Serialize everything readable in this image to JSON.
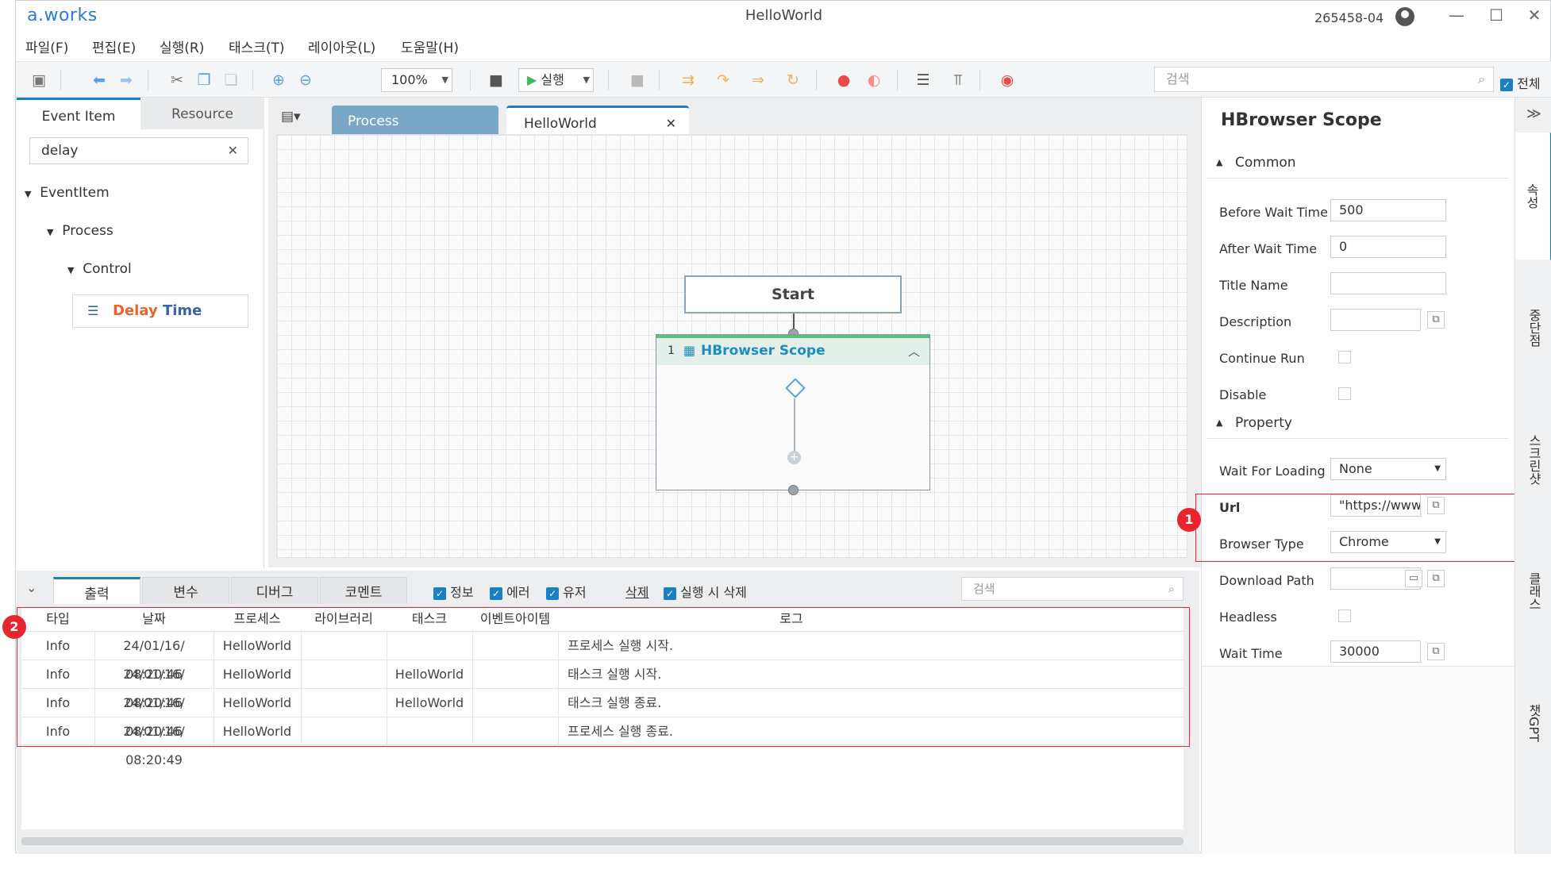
{
  "app": {
    "logo": "a.works",
    "title": "HelloWorld",
    "user_id": "265458-04",
    "win_min": "—",
    "win_max": "☐",
    "win_close": "✕"
  },
  "menu": [
    "파일(F)",
    "편집(E)",
    "실행(R)",
    "태스크(T)",
    "레이아웃(L)",
    "도움말(H)"
  ],
  "toolbar": {
    "zoom": "100%",
    "run_label": "실행",
    "search_placeholder": "검색",
    "all_label": "전체"
  },
  "left_panel": {
    "tabs": [
      "Event Item",
      "Resource"
    ],
    "search_value": "delay",
    "tree": [
      "EventItem",
      "Process",
      "Control"
    ],
    "item_prefix": "Delay",
    "item_suffix": "Time"
  },
  "doc_tabs": [
    "Process",
    "HelloWorld"
  ],
  "canvas": {
    "start_label": "Start",
    "scope_index": "1",
    "scope_label": "HBrowser Scope"
  },
  "right_panel": {
    "title": "HBrowser Scope",
    "common_section": "Common",
    "property_section": "Property",
    "props": {
      "before_wait_label": "Before Wait Time",
      "before_wait_value": "500",
      "after_wait_label": "After Wait Time",
      "after_wait_value": "0",
      "title_name_label": "Title Name",
      "description_label": "Description",
      "continue_run_label": "Continue Run",
      "disable_label": "Disable",
      "wait_loading_label": "Wait For Loading",
      "wait_loading_value": "None",
      "url_label": "Url",
      "url_value": "\"https://www.n",
      "browser_type_label": "Browser Type",
      "browser_type_value": "Chrome",
      "download_path_label": "Download Path",
      "headless_label": "Headless",
      "wait_time_label": "Wait Time",
      "wait_time_value": "30000"
    },
    "side_tabs": [
      "속성",
      "중단점",
      "스크린샷",
      "클래스",
      "챗GPT"
    ]
  },
  "bottom": {
    "tabs": [
      "출력",
      "변수",
      "디버그",
      "코멘트"
    ],
    "filters": [
      "정보",
      "에러",
      "유저"
    ],
    "delete_label": "삭제",
    "delete_on_run_label": "실행 시 삭제",
    "search_placeholder": "검색",
    "columns": [
      "타입",
      "날짜",
      "프로세스",
      "라이브러리",
      "태스크",
      "이벤트아이템",
      "로그"
    ],
    "rows": [
      [
        "Info",
        "24/01/16/ 08:20:46",
        "HelloWorld",
        "",
        "",
        "",
        "프로세스 실행 시작."
      ],
      [
        "Info",
        "24/01/16/ 08:20:46",
        "HelloWorld",
        "",
        "HelloWorld",
        "",
        "태스크 실행 시작."
      ],
      [
        "Info",
        "24/01/16/ 08:20:46",
        "HelloWorld",
        "",
        "HelloWorld",
        "",
        "태스크 실행 종료."
      ],
      [
        "Info",
        "24/01/16/ 08:20:49",
        "HelloWorld",
        "",
        "",
        "",
        "프로세스 실행 종료."
      ]
    ]
  },
  "annotations": {
    "badge_1": "1",
    "badge_2": "2"
  },
  "colors": {
    "accent": "#1b7fc4",
    "highlight": "#e8242f",
    "scope_header": "#5fbf7a"
  }
}
